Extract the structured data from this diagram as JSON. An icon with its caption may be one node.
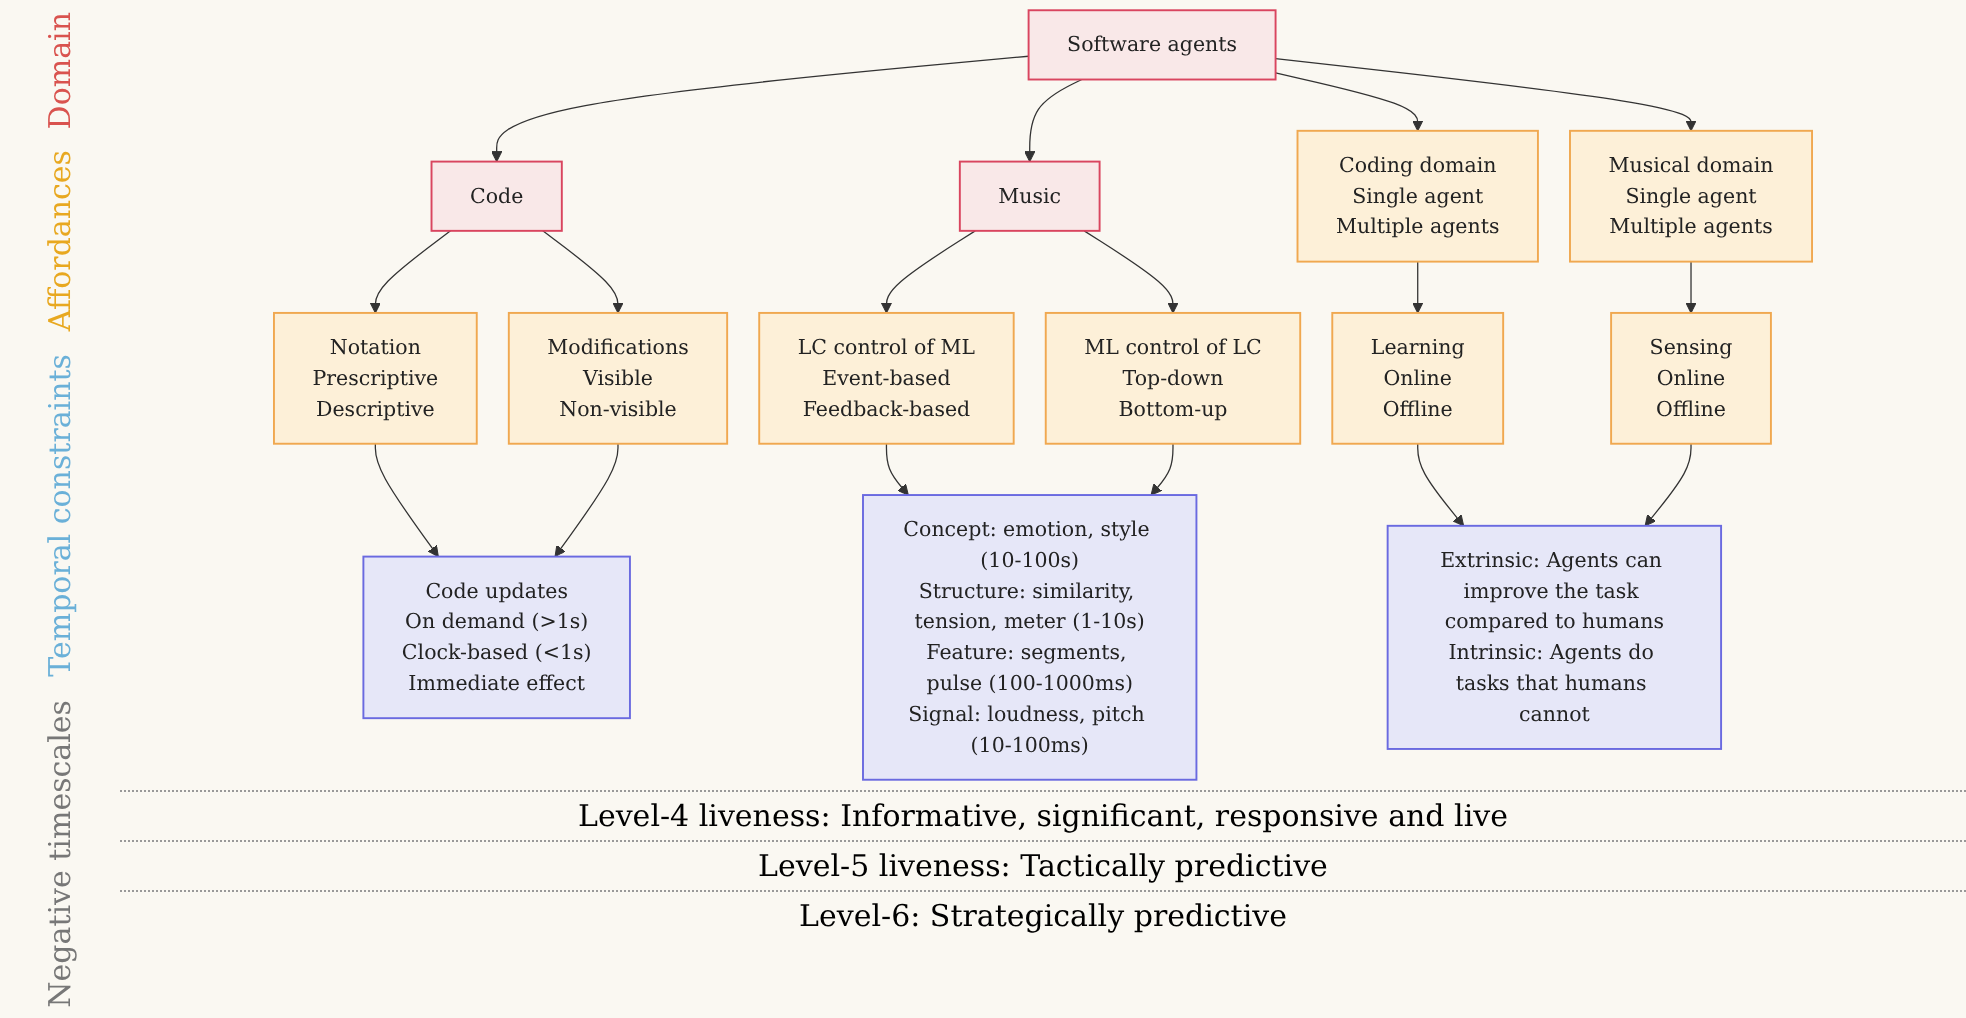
{
  "diagram": {
    "nodes": [
      {
        "text": [
          "Code"
        ]
      },
      {
        "text": [
          "Software agents"
        ]
      },
      {
        "text": [
          "Music"
        ]
      },
      {
        "text": [
          "Notation",
          "Prescriptive",
          "Descriptive"
        ]
      },
      {
        "text": [
          "Modifications",
          "Visible",
          "Non-visible"
        ]
      },
      {
        "text": [
          "Coding domain",
          "Single agent",
          "Multiple agents"
        ]
      },
      {
        "text": [
          "Musical domain",
          "Single agent",
          "Multiple agents"
        ]
      },
      {
        "text": [
          "Learning",
          "Online",
          "Offline"
        ]
      },
      {
        "text": [
          "Sensing",
          "Online",
          "Offline"
        ]
      },
      {
        "text": [
          "LC control of ML",
          "Event-based",
          "Feedback-based"
        ]
      },
      {
        "text": [
          "ML control of LC",
          "Top-down",
          "Bottom-up"
        ]
      },
      {
        "text": [
          "Code updates",
          "On demand (>1s)",
          "Clock-based (<1s)",
          "Immediate effect"
        ]
      },
      {
        "text": [
          "Extrinsic: Agents can improve the task compared to humans",
          "Intrinsic: Agents do tasks that humans cannot"
        ]
      },
      {
        "text": [
          "Concept: emotion, style (10-100s)",
          "Structure: similarity, tension, meter (1-10s)",
          "Feature: segments, pulse (100-1000ms)",
          "Signal: loudness, pitch (10-100ms)"
        ]
      }
    ],
    "edges": [
      {
        "from": 1,
        "to": 0,
        "arrow": "to"
      },
      {
        "from": 1,
        "to": 2,
        "arrow": "to"
      },
      {
        "from": 0,
        "to": 3,
        "arrow": "to"
      },
      {
        "from": 0,
        "to": 4,
        "arrow": "to"
      },
      {
        "from": 1,
        "to": 5,
        "arrow": "to"
      },
      {
        "from": 1,
        "to": 6,
        "arrow": "to"
      },
      {
        "from": 2,
        "to": 9,
        "arrow": "to"
      },
      {
        "from": 2,
        "to": 10,
        "arrow": "to"
      },
      {
        "from": 5,
        "to": 7,
        "arrow": "to"
      },
      {
        "from": 6,
        "to": 8,
        "arrow": "to"
      },
      {
        "from": 3,
        "to": 11,
        "arrow": "to"
      },
      {
        "from": 4,
        "to": 11,
        "arrow": "to"
      },
      {
        "from": 7,
        "to": 12,
        "arrow": "to"
      },
      {
        "from": 8,
        "to": 12,
        "arrow": "to"
      },
      {
        "from": 9,
        "to": 13,
        "arrow": "to"
      },
      {
        "from": 10,
        "to": 13,
        "arrow": "to"
      }
    ],
    "labels": [
      "Domain",
      "Affordances",
      "Temporal constraints",
      "Level-4 liveness: Informative, significant, responsive and live",
      "Negative timescales",
      "Level-5 liveness: Tactically predictive",
      "Level-6: Strategically predictive"
    ]
  }
}
